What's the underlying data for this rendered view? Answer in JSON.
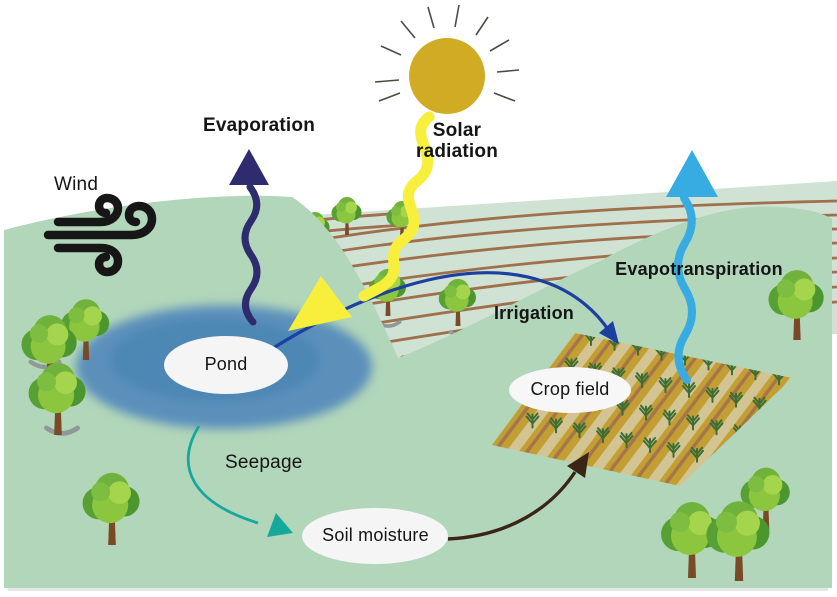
{
  "labels": {
    "wind": "Wind",
    "evaporation": "Evaporation",
    "solar_radiation": "Solar radiation",
    "evapotranspiration": "Evapotranspiration",
    "irrigation": "Irrigation",
    "seepage": "Seepage",
    "pond": "Pond",
    "crop_field": "Crop field",
    "soil_moisture": "Soil moisture"
  },
  "nodes": [
    {
      "id": "pond",
      "label": "Pond"
    },
    {
      "id": "crop-field",
      "label": "Crop field"
    },
    {
      "id": "soil-moisture",
      "label": "Soil moisture"
    }
  ],
  "flows": [
    {
      "from": "sun",
      "to": "pond",
      "label": "Solar radiation",
      "arrow_color": "#f8ef3d"
    },
    {
      "from": "pond",
      "to": "atmosphere",
      "label": "Evaporation",
      "arrow_color": "#2e2c6e"
    },
    {
      "from": "pond",
      "to": "crop-field",
      "label": "Irrigation",
      "arrow_color": "#1d3f9f"
    },
    {
      "from": "pond",
      "to": "soil-moisture",
      "label": "Seepage",
      "arrow_color": "#17a89d"
    },
    {
      "from": "soil-moisture",
      "to": "crop-field",
      "label": "",
      "arrow_color": "#3a2517"
    },
    {
      "from": "crop-field",
      "to": "atmosphere",
      "label": "Evapotranspiration",
      "arrow_color": "#36ace2"
    }
  ],
  "colors": {
    "background": "#ffffff",
    "ground": "#b2d6ba",
    "back_field": "#cfe2d4",
    "furrow": "#9c6a44",
    "pond": "#5b90bb",
    "crop_field": "#c39e33",
    "sun": "#d2ab24",
    "label_bubble": "#f5f5f5",
    "text": "#1a1a1a"
  }
}
